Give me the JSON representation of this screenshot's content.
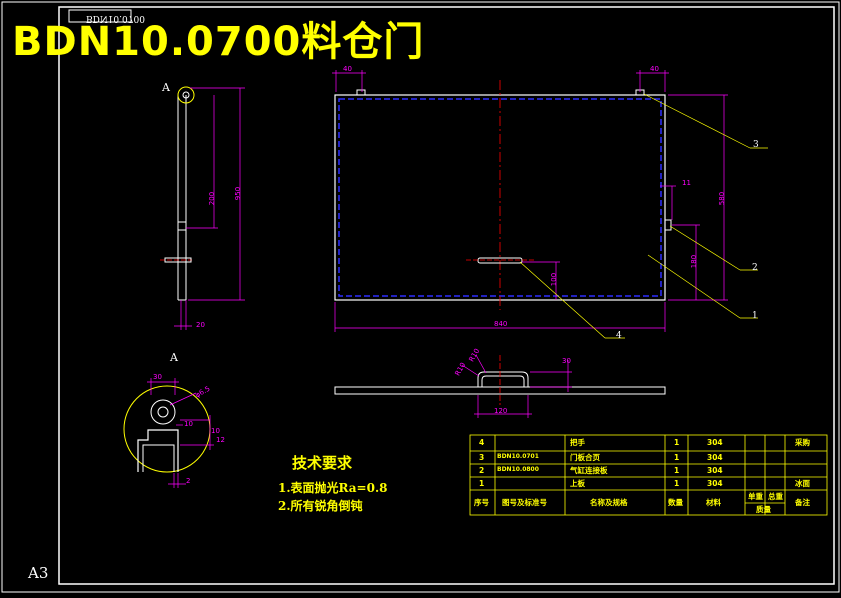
{
  "title": "BDN10.0700料仓门",
  "stamp": "BDN10.0700",
  "sheet_size": "A3",
  "views": {
    "side_view_label": "A",
    "detail_label": "A"
  },
  "tech_requirements": {
    "heading": "技术要求",
    "items": [
      "1.表面抛光Ra=0.8",
      "2.所有锐角倒钝"
    ]
  },
  "dimensions": {
    "side_width": "20",
    "side_height_outer": "950",
    "side_height_inner": "200",
    "front_top_left": "40",
    "front_top_right": "40",
    "front_width": "840",
    "front_height": "580",
    "handle_height": "100",
    "hinge_gap": "11",
    "hinge_height": "180",
    "handle_top_a": "R10",
    "handle_top_b": "R10",
    "handle_height_small": "30",
    "handle_width": "120",
    "detail_width": "30",
    "detail_hole": "φ6.5",
    "detail_a": "10",
    "detail_b": "12",
    "detail_c": "2",
    "detail_d": "10"
  },
  "callouts": [
    "3",
    "2",
    "1",
    "4"
  ],
  "bom": {
    "rows": [
      {
        "no": "4",
        "code": "",
        "name": "把手",
        "qty": "1",
        "material": "304",
        "mass_unit": "",
        "mass_total": "",
        "remark": "采购"
      },
      {
        "no": "3",
        "code": "BDN10.0701",
        "name": "门板合页",
        "qty": "1",
        "material": "304",
        "mass_unit": "",
        "mass_total": "",
        "remark": ""
      },
      {
        "no": "2",
        "code": "BDN10.0800",
        "name": "气缸连接板",
        "qty": "1",
        "material": "304",
        "mass_unit": "",
        "mass_total": "",
        "remark": ""
      },
      {
        "no": "1",
        "code": "",
        "name": "上板",
        "qty": "1",
        "material": "304",
        "mass_unit": "",
        "mass_total": "",
        "remark": "冰面"
      }
    ],
    "header": {
      "no": "序号",
      "code": "图号及标准号",
      "name": "名称及规格",
      "qty": "数量",
      "material": "材料",
      "mass_unit": "单重",
      "mass_total": "总重",
      "mass_group": "质量",
      "remark": "备注"
    }
  },
  "colors": {
    "title": "#ffff00",
    "outline": "#ffffff",
    "dimension": "#ff00ff",
    "centerline": "#ff0000",
    "hidden": "#0000ff",
    "table": "#ffff00",
    "leader": "#ffff00"
  }
}
